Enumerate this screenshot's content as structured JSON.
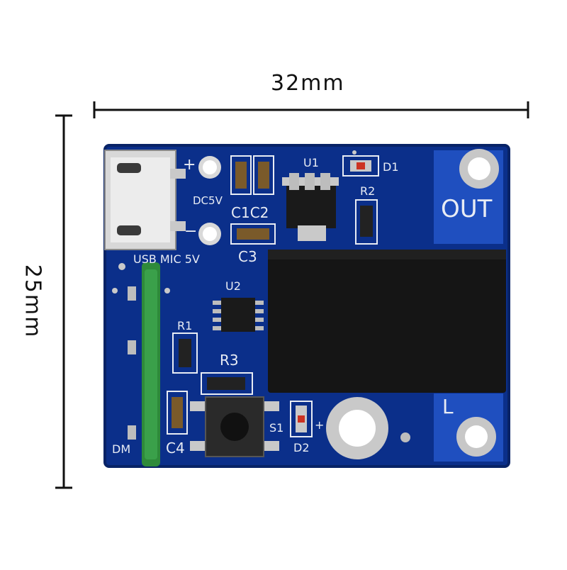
{
  "dimensions": {
    "width_label": "32mm",
    "height_label": "25mm"
  },
  "board": {
    "silkscreen": {
      "plus_top": "+",
      "minus": "−",
      "dc5v": "DC5V",
      "c1c2": "C1C2",
      "c3": "C3",
      "u1": "U1",
      "d1": "D1",
      "r2": "R2",
      "out": "OUT",
      "usb_mic": "USB MIC 5V",
      "u2": "U2",
      "r1": "R1",
      "r3": "R3",
      "s1": "S1",
      "c4": "C4",
      "d2": "D2",
      "dm": "DM",
      "plus_led": "+",
      "l_mark": "L"
    },
    "colors": {
      "pcb": "#0b2f8a",
      "pcb_dark": "#081f63",
      "silkscreen": "#e8ecf4",
      "relay": "#151515",
      "antenna": "#2e8a3a",
      "pad": "#c9c9c9"
    }
  }
}
